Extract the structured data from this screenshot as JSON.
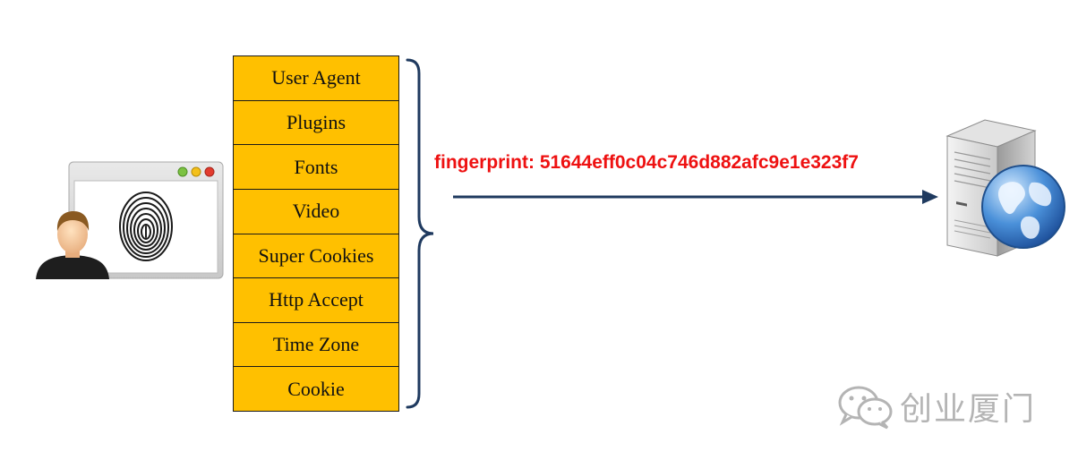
{
  "attributes": [
    "User Agent",
    "Plugins",
    "Fonts",
    "Video",
    "Super Cookies",
    "Http Accept",
    "Time Zone",
    "Cookie"
  ],
  "fingerprint_label": "fingerprint: 51644eff0c04c746d882afc9e1e323f7",
  "watermark": {
    "text": "创业厦门",
    "icon": "wechat-icon"
  },
  "icons": {
    "user": "user-avatar-icon",
    "browser": "browser-window-icon",
    "fingerprint": "fingerprint-icon",
    "server": "web-server-icon",
    "globe": "globe-icon"
  },
  "colors": {
    "attribute_fill": "#ffc000",
    "fingerprint_text": "#ee1111",
    "arrow": "#1f3a5f",
    "brace": "#1f3a5f",
    "watermark": "#b4b4b4"
  }
}
